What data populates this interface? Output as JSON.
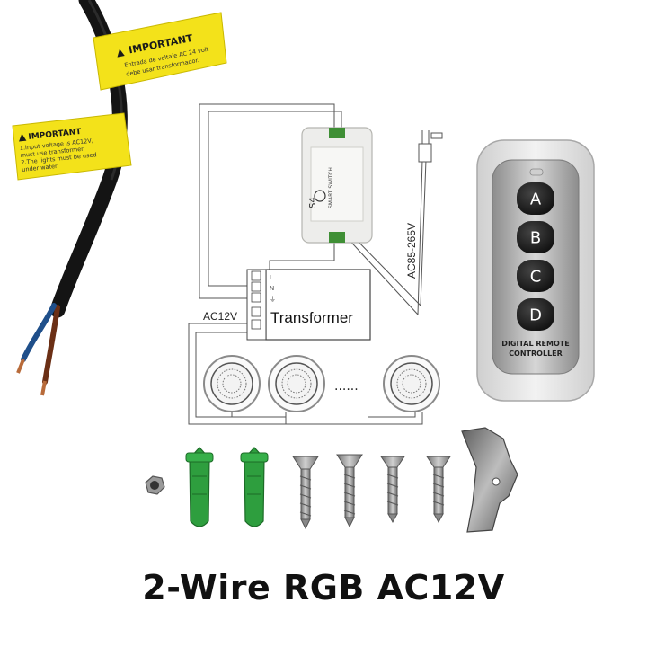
{
  "product": {
    "caption": "2-Wire RGB AC12V"
  },
  "cable_tags": {
    "upper": {
      "title": "IMPORTANT",
      "line1": "Entrada de voltaje AC 24 volt",
      "line2": "debe usar transformador."
    },
    "lower": {
      "title": "IMPORTANT",
      "line1": "1.Input voltage is AC12V,",
      "line2": "must use transformer.",
      "line3": "2.The lights must be used",
      "line4": "under water."
    }
  },
  "wiring_diagram": {
    "voltage_label": "AC12V",
    "transformer_label": "Transformer",
    "input_label": "AC85-265V",
    "ellipsis": "......",
    "terminal_labels": [
      "L",
      "N",
      "⏚"
    ],
    "switch_brand": "S4",
    "switch_text": "SMART SWITCH"
  },
  "remote": {
    "buttons": [
      "A",
      "B",
      "C",
      "D"
    ],
    "label_line1": "DIGITAL REMOTE",
    "label_line2": "CONTROLLER",
    "colors": {
      "body": "#e6e6e6",
      "panel": "#b9b9b9",
      "button": "#1c1c1c"
    }
  },
  "hardware": {
    "items": [
      "hex-nut",
      "wall-anchor",
      "wall-anchor",
      "screw",
      "screw",
      "screw",
      "screw",
      "mounting-bracket"
    ],
    "colors": {
      "anchor": "#2e9e3e",
      "metal": "#8a8a8a"
    }
  }
}
